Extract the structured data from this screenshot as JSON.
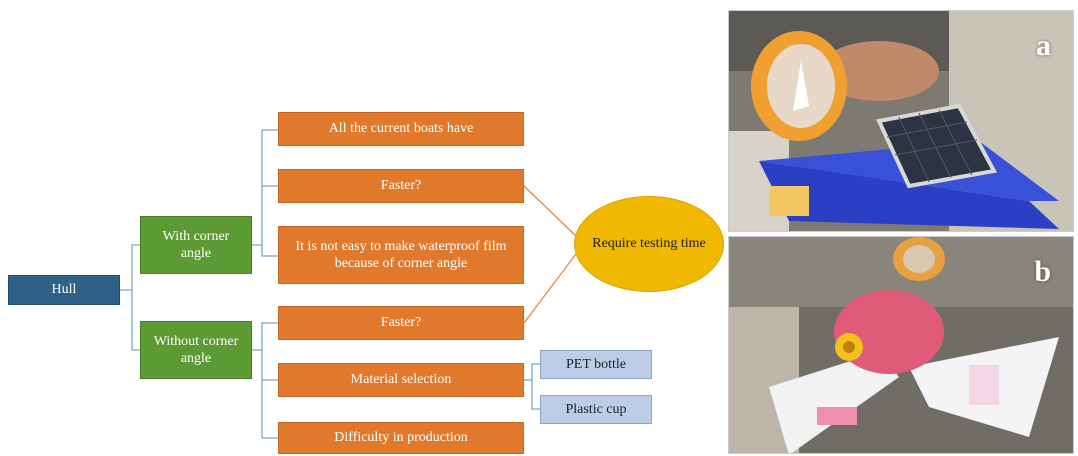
{
  "diagram": {
    "root": "Hull",
    "branches": [
      {
        "label": "With corner angle"
      },
      {
        "label": "Without corner angle"
      }
    ],
    "with_items": [
      "All the current boats have",
      "Faster?",
      "It is not easy to make waterproof film because of corner angle"
    ],
    "without_items": [
      "Faster?",
      "Material selection",
      "Difficulty in production"
    ],
    "materials": [
      "PET bottle",
      "Plastic cup"
    ],
    "conclusion": "Require testing time"
  },
  "photos": {
    "a_label": "a",
    "b_label": "b"
  },
  "colors": {
    "root": "#2e6188",
    "branch": "#5c9a34",
    "item": "#e0792c",
    "material": "#bccde8",
    "conclusion": "#f0b800",
    "connector": "#7aa7c7",
    "arrow": "#e8883c"
  }
}
